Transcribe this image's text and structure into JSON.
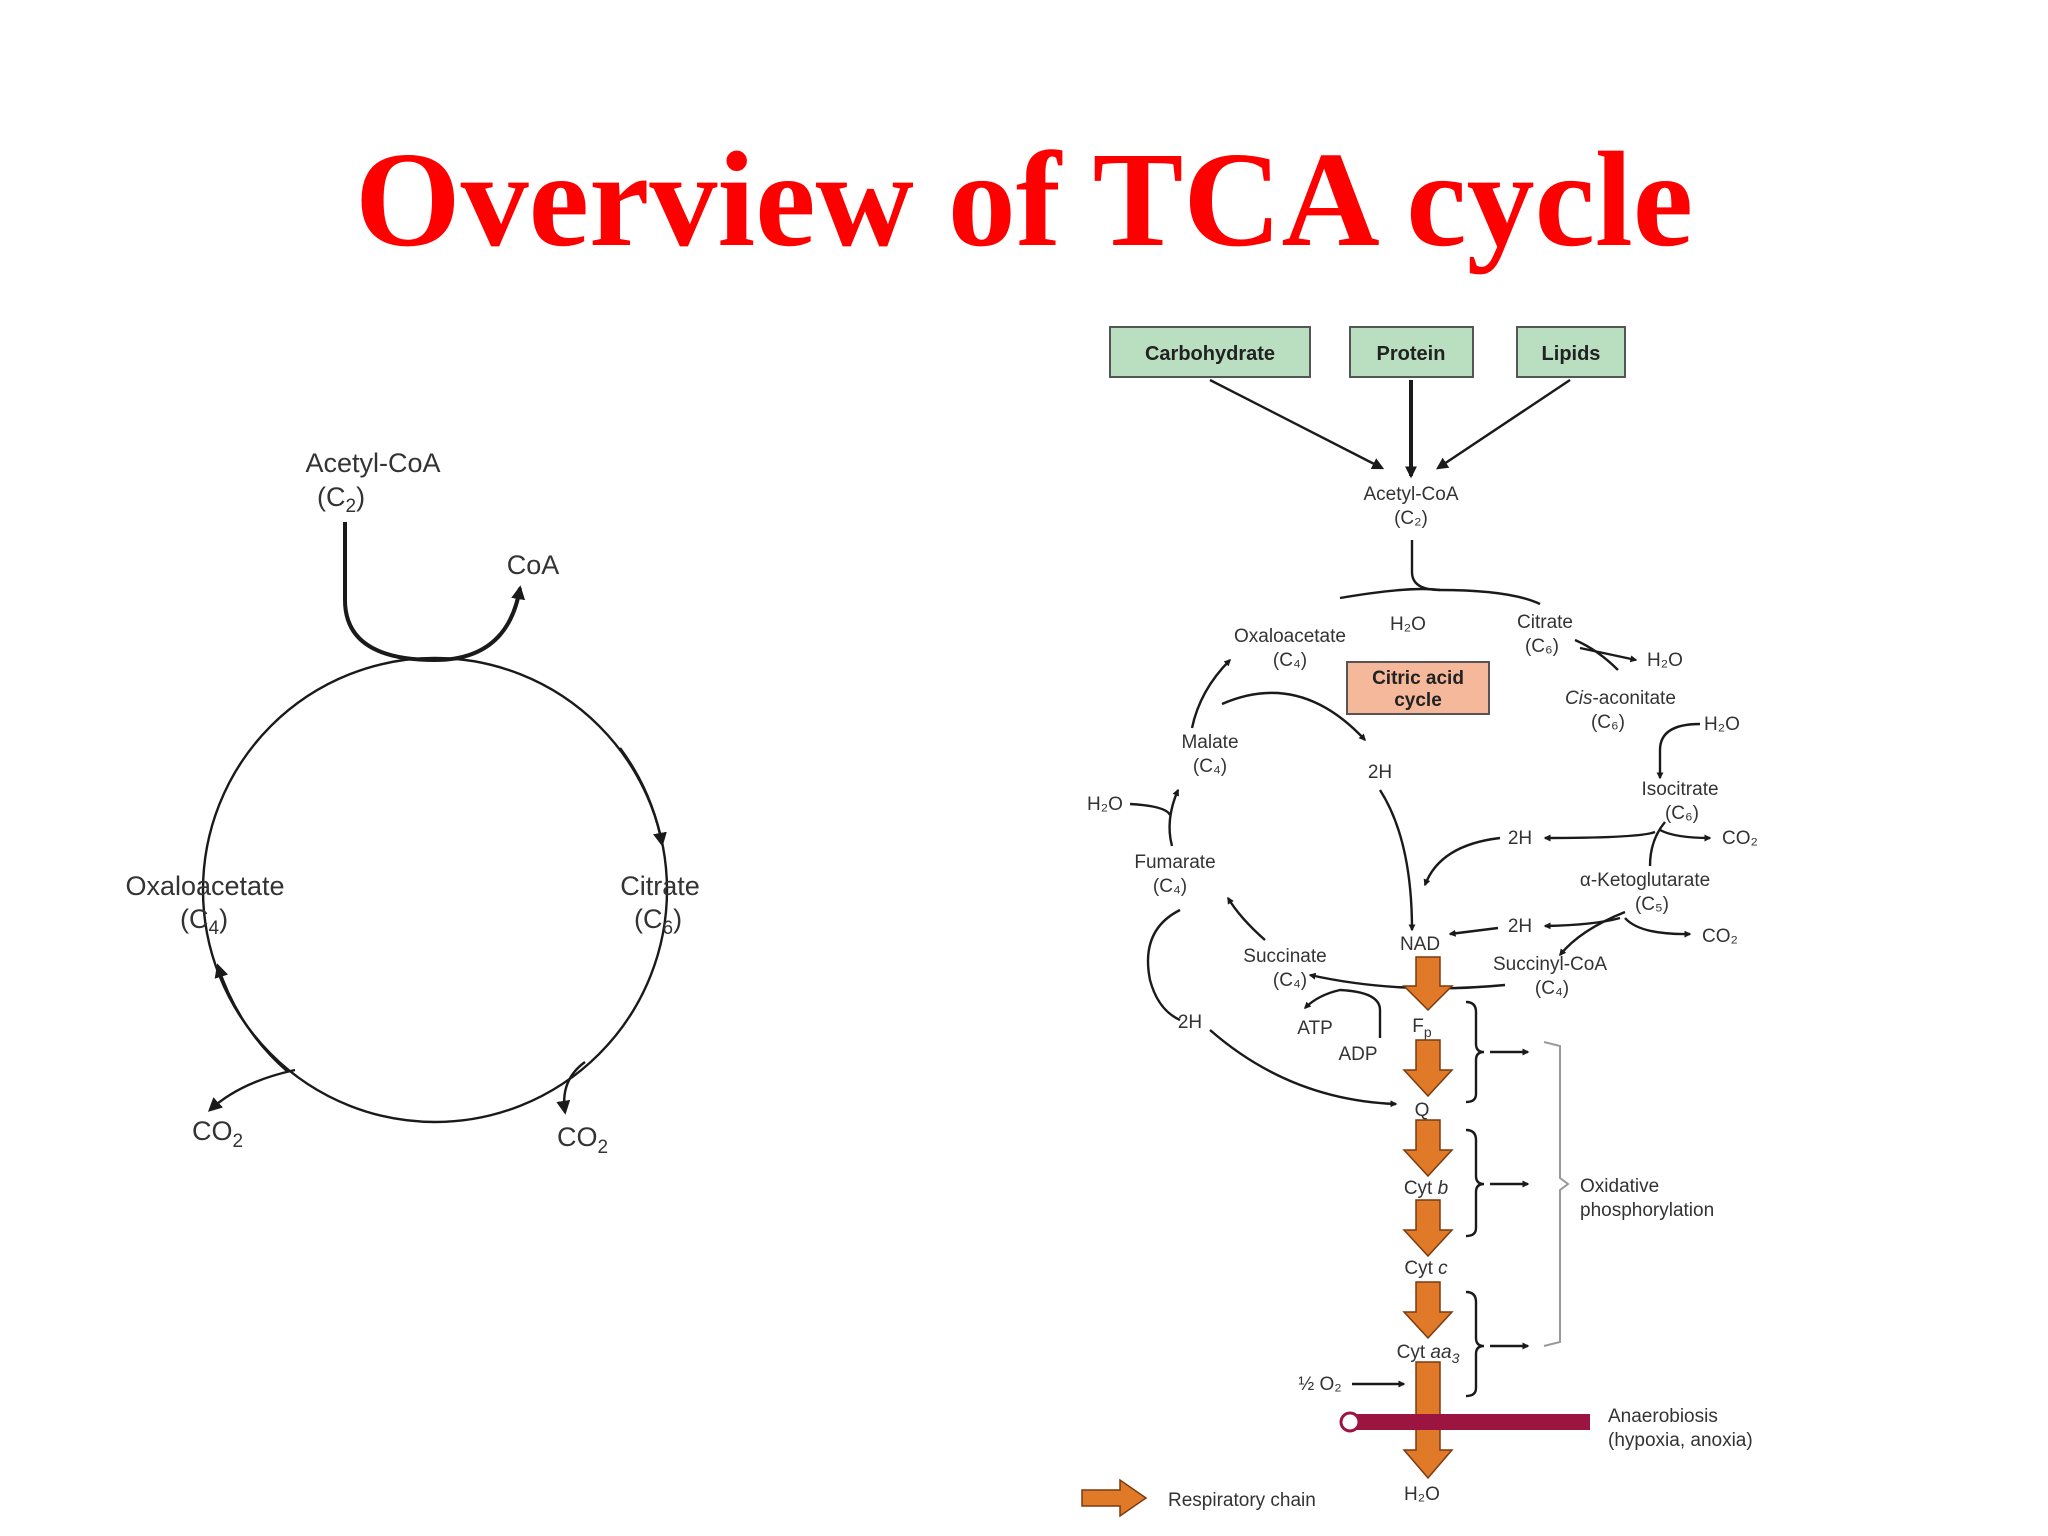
{
  "title": "Overview of TCA cycle",
  "simple_cycle": {
    "acetyl_coa": "Acetyl-CoA",
    "acetyl_coa_c": "(C",
    "acetyl_coa_sub": "2",
    "coa": "CoA",
    "oxaloacetate": "Oxaloacetate",
    "oxaloacetate_c": "(C",
    "oxaloacetate_sub": "4",
    "citrate": "Citrate",
    "citrate_c": "(C",
    "citrate_sub": "6",
    "co2": "CO",
    "co2_sub": "2",
    "close": ")"
  },
  "detailed": {
    "sources": [
      "Carbohydrate",
      "Protein",
      "Lipids"
    ],
    "acetyl_coa": "Acetyl-CoA",
    "c2": "(C₂)",
    "cycle_label_1": "Citric acid",
    "cycle_label_2": "cycle",
    "oxaloacetate": "Oxaloacetate",
    "citrate": "Citrate",
    "c4": "(C₄)",
    "c5": "(C₅)",
    "c6": "(C₆)",
    "h2o": "H₂O",
    "co2": "CO₂",
    "cis": "Cis",
    "aconitate": "-aconitate",
    "isocitrate": "Isocitrate",
    "ketoglutarate": "α-Ketoglutarate",
    "succinyl_coa": "Succinyl-CoA",
    "succinate": "Succinate",
    "fumarate": "Fumarate",
    "malate": "Malate",
    "two_h": "2H",
    "nad": "NAD",
    "fp": "F",
    "fp_sub": "p",
    "q": "Q",
    "atp": "ATP",
    "adp": "ADP",
    "cyt": "Cyt ",
    "b": "b",
    "c": "c",
    "aa": "aa",
    "aa_sub": "3",
    "half_o2": "½ O₂",
    "oxidative_1": "Oxidative",
    "oxidative_2": "phosphorylation",
    "anaerobiosis_1": "Anaerobiosis",
    "anaerobiosis_2": "(hypoxia, anoxia)",
    "legend": "Respiratory chain"
  },
  "colors": {
    "title": "#ff0000",
    "source_box": "#b9dfc0",
    "cycle_box": "#f5b89a",
    "respiratory_arrow": "#e07a28",
    "anaerobiosis_bar": "#9c1440"
  }
}
